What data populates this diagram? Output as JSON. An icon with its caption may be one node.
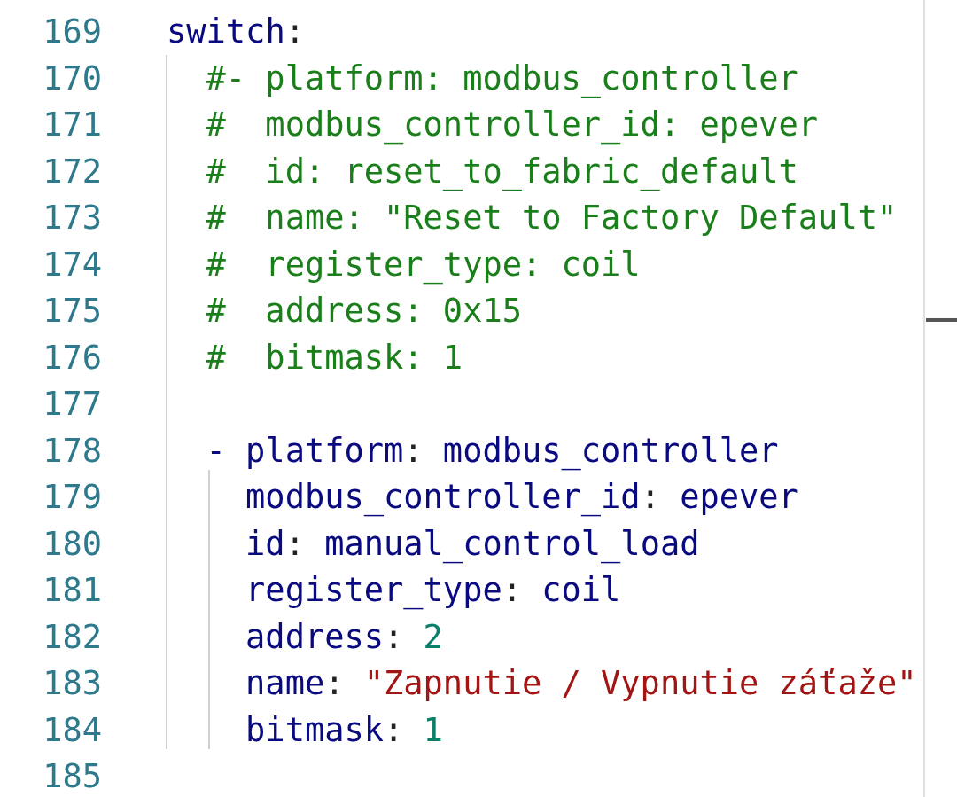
{
  "diagram": {
    "labels": [
      "169",
      "switch:",
      "170",
      "#- platform: modbus_controller",
      "171",
      "#  modbus_controller_id: epever",
      "172",
      "#  id: reset_to_fabric_default",
      "173",
      "#  name: \"Reset to Factory Default\"",
      "174",
      "#  register_type: coil",
      "175",
      "#  address: 0x15",
      "176",
      "#  bitmask: 1",
      "177",
      "178",
      "- platform: modbus_controller",
      "179",
      "modbus_controller_id: epever",
      "180",
      "id: manual_control_load",
      "181",
      "register_type: coil",
      "182",
      "address: 2",
      "183",
      "name: \"Zapnutie / Vypnutie záťaže\"",
      "184",
      "bitmask: 1",
      "185"
    ]
  }
}
